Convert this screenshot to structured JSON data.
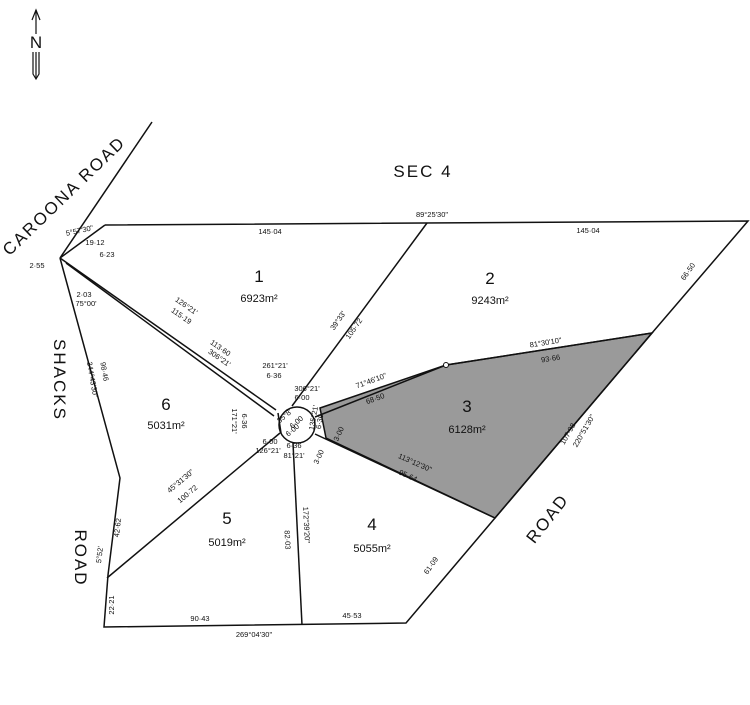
{
  "north": {
    "label": "N",
    "icon": "north-arrow-icon"
  },
  "roads": {
    "sec": "SEC 4",
    "caroona": "CAROONA ROAD",
    "shacks": "SHACKS",
    "road_left": "ROAD",
    "road_right": "ROAD"
  },
  "lots": [
    {
      "number": "1",
      "area": "6923m²"
    },
    {
      "number": "2",
      "area": "9243m²"
    },
    {
      "number": "3",
      "area": "6128m²"
    },
    {
      "number": "4",
      "area": "5055m²"
    },
    {
      "number": "5",
      "area": "5019m²"
    },
    {
      "number": "6",
      "area": "5031m²"
    }
  ],
  "dims": {
    "top_left": "145·04",
    "top_right": "145·04",
    "top_bearing": "89°25'30\"",
    "nw_bearing": "5°57'30\"",
    "nw_19": "19·12",
    "nw_623": "6·23",
    "nw_255": "2·55",
    "nw_203": "2·03",
    "nw_75": "75°00'",
    "acc_bear_top": "126°21'",
    "acc_len_top": "115·19",
    "acc_len_bot": "113·60",
    "acc_bear_bot": "306°21'",
    "w_len": "98·46",
    "w_bear": "344°43'30\"",
    "sw_len": "42·62",
    "sw_bear": "5°52'",
    "sw_short": "22·21",
    "bot_left": "90·43",
    "bot_right": "45·53",
    "bot_bear": "269°04'30\"",
    "d12_bear": "39°33'",
    "d12_len": "105·72",
    "c_261": "261°21'",
    "c_636a": "6·36",
    "c_306": "306°21'",
    "c_600a": "6·00",
    "c_358": "35°8'",
    "c_600b": "6·00",
    "c_600c": "6·00",
    "c_1269": "126°21'",
    "c_636b": "6·36",
    "c_6362": "6·36",
    "c_171": "171°21'",
    "c_636c": "6·36",
    "c_81": "81°21'",
    "c_300a": "3·00",
    "c_300b": "3·00",
    "c_1358": "135°21'",
    "c_636d": "6·36",
    "d3_bear": "71°46'10\"",
    "d3_len": "68·50",
    "top3_bear": "81°30'10\"",
    "top3_len": "93·66",
    "d34_bear": "113°12'30\"",
    "d34_len": "95·64",
    "e_len": "107·98",
    "e_bear": "220°51'30\"",
    "e_66": "66·50",
    "se_609": "61·09",
    "d45_bear": "172°39'20\"",
    "d45_len": "82·03",
    "d56_bear": "45°31'30\"",
    "d56_len": "100·72"
  },
  "colors": {
    "lot3_fill": "#9a9a9a",
    "ink": "#111111"
  }
}
